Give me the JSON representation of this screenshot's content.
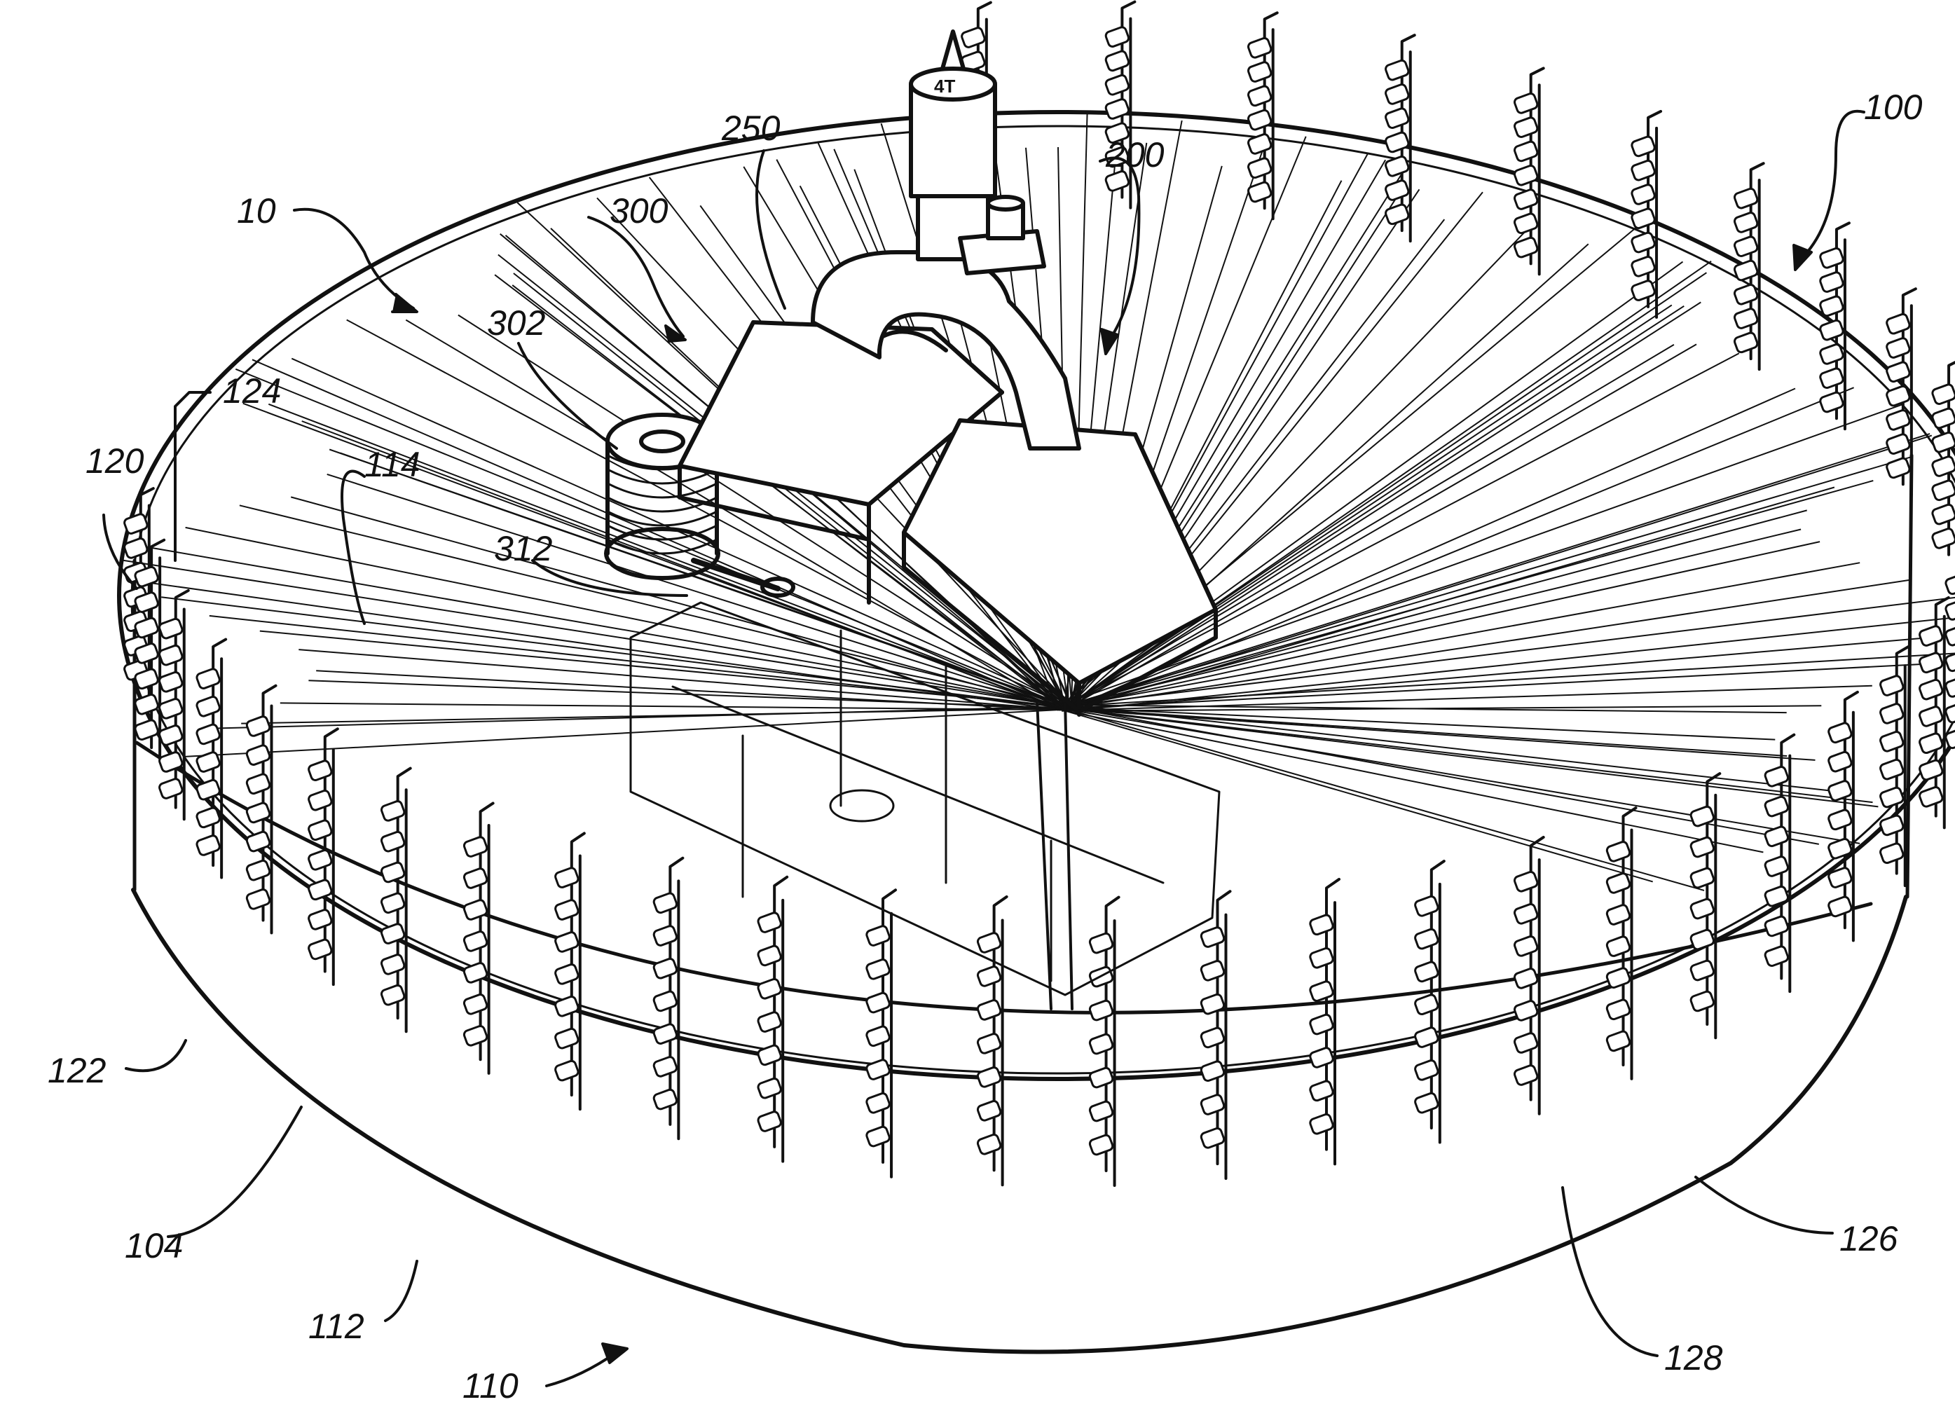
{
  "figure": {
    "reference_labels": [
      {
        "id": "10",
        "text": "10"
      },
      {
        "id": "100",
        "text": "100"
      },
      {
        "id": "104",
        "text": "104"
      },
      {
        "id": "110",
        "text": "110"
      },
      {
        "id": "112",
        "text": "112"
      },
      {
        "id": "114",
        "text": "114"
      },
      {
        "id": "120",
        "text": "120"
      },
      {
        "id": "122",
        "text": "122"
      },
      {
        "id": "124",
        "text": "124"
      },
      {
        "id": "126",
        "text": "126"
      },
      {
        "id": "128",
        "text": "128"
      },
      {
        "id": "200",
        "text": "200"
      },
      {
        "id": "250",
        "text": "250"
      },
      {
        "id": "300",
        "text": "300"
      },
      {
        "id": "302",
        "text": "302"
      },
      {
        "id": "312",
        "text": "312"
      }
    ],
    "motor_marking": "4T",
    "colors": {
      "ink": "#111111",
      "paper": "#ffffff"
    }
  }
}
